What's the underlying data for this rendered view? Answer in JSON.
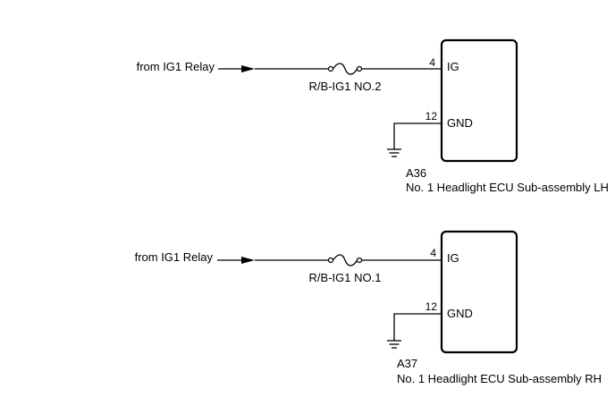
{
  "circuits": [
    {
      "source_label": "from IG1 Relay",
      "fuse_label": "R/B-IG1 NO.2",
      "ig_pin": "4",
      "ig_label": "IG",
      "gnd_pin": "12",
      "gnd_label": "GND",
      "connector_code": "A36",
      "component_name": "No. 1 Headlight ECU Sub-assembly LH"
    },
    {
      "source_label": "from IG1 Relay",
      "fuse_label": "R/B-IG1 NO.1",
      "ig_pin": "4",
      "ig_label": "IG",
      "gnd_pin": "12",
      "gnd_label": "GND",
      "connector_code": "A37",
      "component_name": "No. 1 Headlight ECU Sub-assembly RH"
    }
  ]
}
